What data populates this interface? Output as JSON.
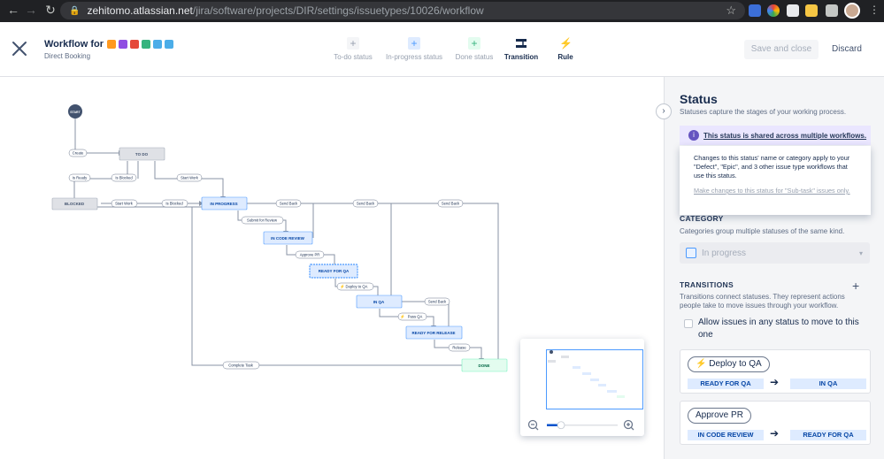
{
  "browser": {
    "url_host": "zehitomo.atlassian.net",
    "url_path": "/jira/software/projects/DIR/settings/issuetypes/10026/workflow"
  },
  "header": {
    "title": "Workflow for",
    "subtitle": "Direct Booking",
    "issue_icon_colors": [
      "#ff991f",
      "#904ee2",
      "#e5493a",
      "#36b37e",
      "#4bade8",
      "#4bade8"
    ],
    "toolbar": [
      {
        "label": "To-do status",
        "icon": "plus-icon",
        "color": "#97a0af"
      },
      {
        "label": "In-progress status",
        "icon": "plus-icon",
        "color": "#4c9aff"
      },
      {
        "label": "Done status",
        "icon": "plus-icon",
        "color": "#36b37e"
      },
      {
        "label": "Transition",
        "icon": "transition-icon",
        "color": "#172b4d"
      },
      {
        "label": "Rule",
        "icon": "bolt-icon",
        "color": "#172b4d"
      }
    ],
    "save_label": "Save and close",
    "discard_label": "Discard"
  },
  "workflow": {
    "start_label": "START",
    "statuses": {
      "todo": "TO DO",
      "blocked": "BLOCKED",
      "in_progress": "IN PROGRESS",
      "in_code_review": "IN CODE REVIEW",
      "ready_for_qa": "READY FOR QA",
      "in_qa": "IN QA",
      "ready_for_release": "READY FOR RELEASE",
      "done": "DONE"
    },
    "transitions": {
      "create": "Create",
      "is_ready": "Is Ready",
      "is_blocked_1": "Is Blocked",
      "start_work_1": "Start Work",
      "start_work_2": "Start Work",
      "is_blocked_2": "Is Blocked",
      "send_back_1": "Send Back",
      "send_back_2": "Send Back",
      "send_back_3": "Send Back",
      "submit_for_review": "Submit for Review",
      "approve_pr": "Approve PR",
      "deploy_to_qa": "Deploy to QA",
      "send_back_4": "Send Back",
      "pass_qa": "Pass QA",
      "release": "Release",
      "complete_task": "Complete Task"
    }
  },
  "panel": {
    "title": "Status",
    "description": "Statuses capture the stages of your working process.",
    "shared_banner": "This status is shared across multiple workflows.",
    "popup_text": "Changes to this status' name or category apply to your \"Defect\", \"Epic\", and 3 other issue type workflows that use this status.",
    "popup_link": "Make changes to this status for \"Sub-task\" issues only.",
    "category_heading": "CATEGORY",
    "category_desc": "Categories group multiple statuses of the same kind.",
    "category_value": "In progress",
    "transitions_heading": "TRANSITIONS",
    "transitions_desc": "Transitions connect statuses. They represent actions people take to move issues through your workflow.",
    "allow_any_label": "Allow issues in any status to move to this one",
    "cards": [
      {
        "name": "Deploy to QA",
        "from": "READY FOR QA",
        "to": "IN QA",
        "has_rule_icon": true
      },
      {
        "name": "Approve PR",
        "from": "IN CODE REVIEW",
        "to": "READY FOR QA",
        "has_rule_icon": false
      }
    ]
  },
  "minimap": {
    "zoom_level": 0.2
  }
}
